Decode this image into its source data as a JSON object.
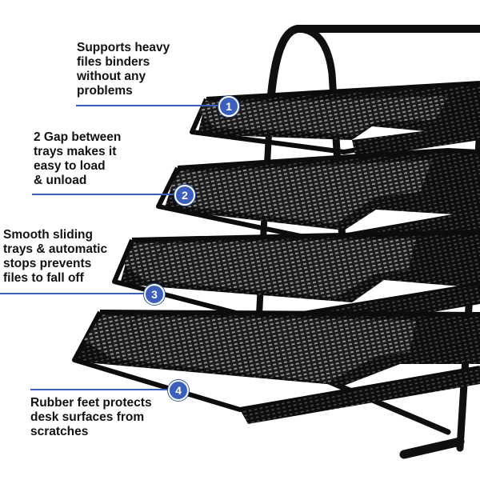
{
  "accent_color": "#3c5fbe",
  "product": "black mesh letter tray desk organizer with four stacked sliding trays",
  "callouts": [
    {
      "number": "1",
      "text": "Supports heavy\nfiles binders\nwithout any\nproblems"
    },
    {
      "number": "2",
      "text": "2 Gap between\ntrays makes it\neasy to load\n& unload"
    },
    {
      "number": "3",
      "text": "Smooth sliding\ntrays & automatic\nstops prevents\nfiles to fall off"
    },
    {
      "number": "4",
      "text": "Rubber feet protects\ndesk surfaces from\nscratches"
    }
  ]
}
